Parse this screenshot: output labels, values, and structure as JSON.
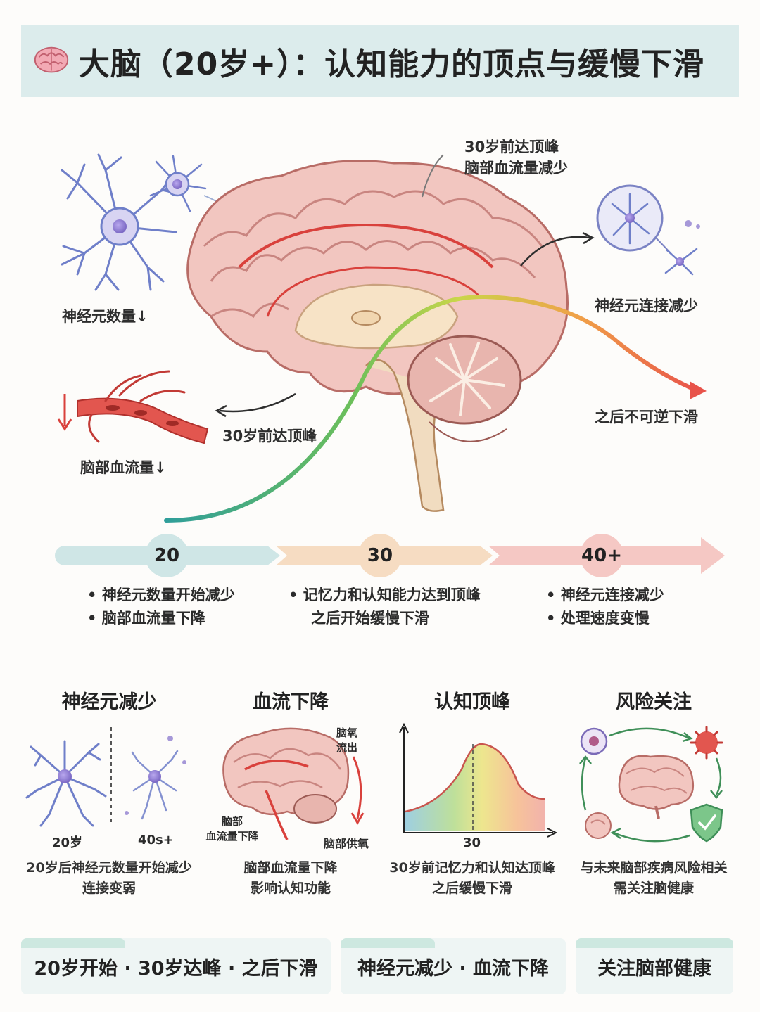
{
  "title": "大脑（20岁+）：认知能力的顶点与缓慢下滑",
  "hero": {
    "label_top": "30岁前达顶峰",
    "label_top_2": "脑部血流量减少",
    "label_neurons": "神经元数量↓",
    "label_connections": "神经元连接减少",
    "label_blood": "脑部血流量↓",
    "label_peak": "30岁前达顶峰",
    "label_decline": "之后不可逆下滑"
  },
  "timeline": {
    "nodes": [
      "20",
      "30",
      "40+"
    ],
    "stage20": [
      "• 神经元数量开始减少",
      "• 脑部血流量下降"
    ],
    "stage30": [
      "• 记忆力和认知能力达到顶峰",
      "之后开始缓慢下滑"
    ],
    "stage40": [
      "• 神经元连接减少",
      "• 处理速度变慢"
    ]
  },
  "panels": {
    "neurons": {
      "title": "神经元减少",
      "age_left": "20岁",
      "age_right": "40s+",
      "caption": [
        "20岁后神经元数量开始减少",
        "连接变弱"
      ]
    },
    "blood": {
      "title": "血流下降",
      "oxygen_out": [
        "脑氧",
        "流出"
      ],
      "blood_label": [
        "脑部",
        "血流量下降"
      ],
      "supply": "脑部供氧",
      "caption": [
        "脑部血流量下降",
        "影响认知功能"
      ]
    },
    "peak": {
      "title": "认知顶峰",
      "axis_tick": "30",
      "caption": [
        "30岁前记忆力和认知达顶峰",
        "之后缓慢下滑"
      ]
    },
    "risk": {
      "title": "风险关注",
      "caption": [
        "与未来脑部疾病风险相关",
        "需关注脑健康"
      ]
    }
  },
  "summary": [
    "20岁开始 · 30岁达峰 · 之后下滑",
    "神经元减少 · 血流下降",
    "关注脑部健康"
  ],
  "colors": {
    "title_bg": "#dcecec",
    "neuron": "#6f7fc9",
    "neuron_core": "#8f7fd0",
    "brain": "#e9a7a1",
    "vessel": "#d9413c",
    "curve_start": "#2f9e9a",
    "curve_peak": "#c9d64a",
    "curve_end": "#e8534a",
    "node_20": "#cfe6e6",
    "node_30": "#f6dcc2",
    "node_40": "#f5c8c4"
  }
}
